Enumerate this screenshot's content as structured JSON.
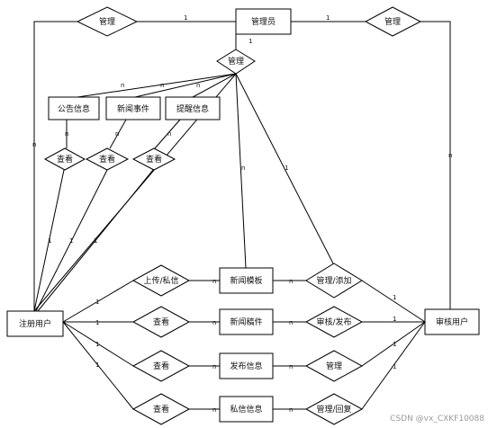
{
  "entities": {
    "admin": "管理员",
    "announcement": "公告信息",
    "news_event": "新闻事件",
    "report": "提醒信息",
    "registered_user": "注册用户",
    "news_board": "新闻模板",
    "news_draft": "新闻稿件",
    "publish_info": "发布信息",
    "private_msg": "私信信息",
    "review_user": "审核用户"
  },
  "relations": {
    "manage_left": "管理",
    "manage_right": "管理",
    "manage_center": "管理",
    "view_1": "查看",
    "view_2": "查看",
    "view_3": "查看",
    "upload": "上传/私信",
    "view_draft": "查看",
    "view_publish": "查看",
    "view_private": "查看",
    "manage_add": "管理/添加",
    "review_publish": "审核/发布",
    "manage_publish": "管理",
    "manage_reply": "管理/回复"
  },
  "cardinalities": {
    "c1": "1",
    "c2": "1",
    "c3": "1",
    "c4": "n",
    "c5": "n",
    "c6": "n",
    "c7": "n",
    "c8": "n",
    "c9": "n",
    "c10": "n",
    "c11": "1",
    "c12": "1",
    "c13": "1",
    "c14": "n",
    "c15": "1",
    "c16": "n",
    "c17": "1",
    "c18": "1",
    "c19": "1",
    "c20": "1",
    "c21": "n",
    "c22": "n",
    "c23": "n",
    "c24": "n",
    "c25": "n",
    "c26": "n",
    "c27": "n",
    "c28": "n",
    "c29": "1",
    "c30": "1",
    "c31": "1",
    "c32": "1",
    "c33": "n"
  },
  "watermark": "CSDN @vx_CXKF10088"
}
